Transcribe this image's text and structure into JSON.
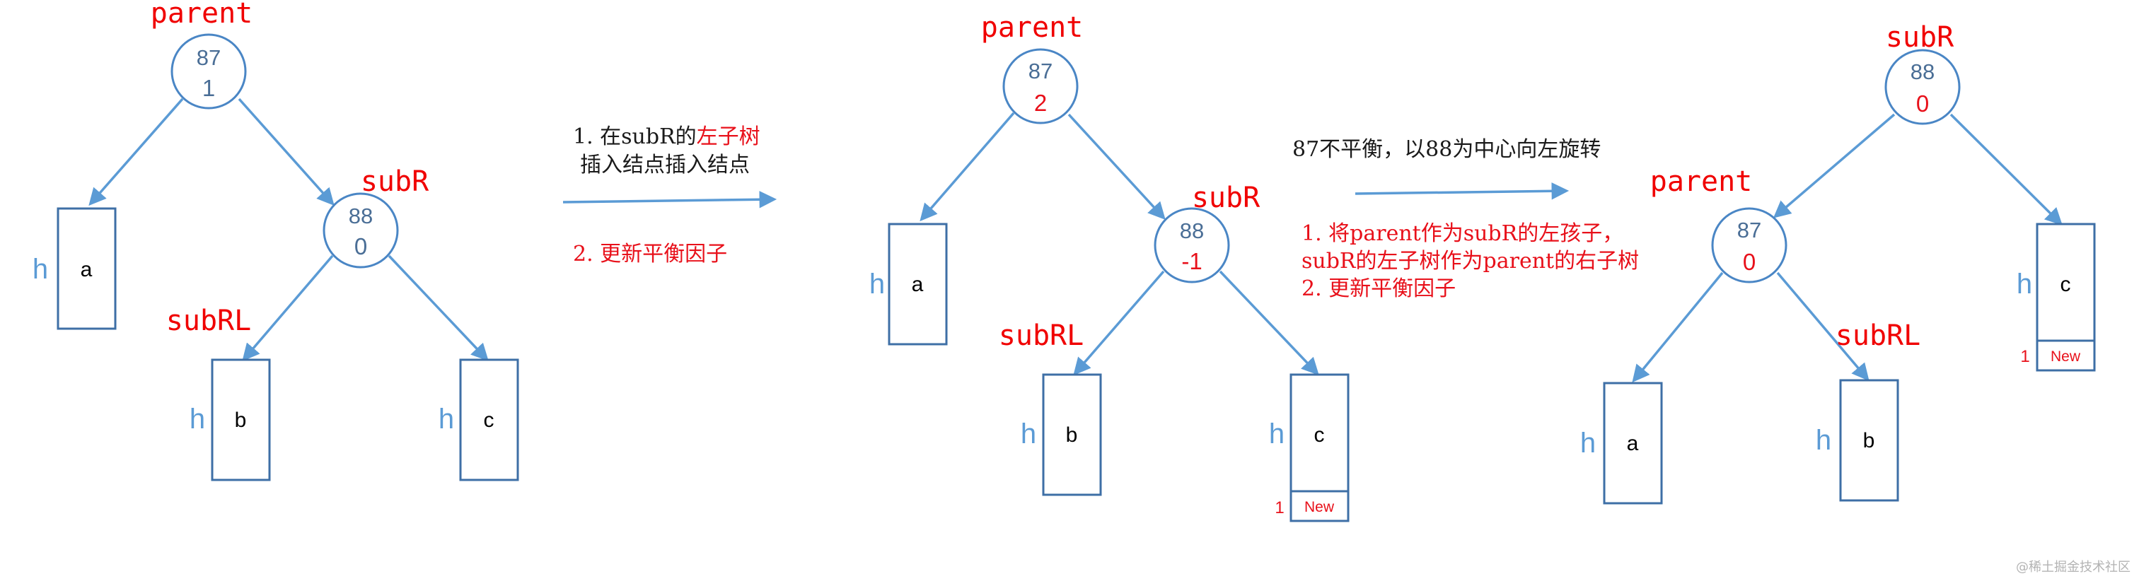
{
  "colors": {
    "edge": "#5b9bd5",
    "node_border": "#4a86c5",
    "role_label": "#f00000",
    "highlight": "#e8101a",
    "h_label": "#5b9bd5"
  },
  "stages": [
    {
      "parent": {
        "role": "parent",
        "key": "87",
        "bf": "1"
      },
      "subR": {
        "role": "subR",
        "key": "88",
        "bf": "0"
      },
      "subRL_label": "subRL",
      "subtrees": [
        {
          "h": "h",
          "name": "a"
        },
        {
          "h": "h",
          "name": "b"
        },
        {
          "h": "h",
          "name": "c"
        }
      ]
    },
    {
      "parent": {
        "role": "parent",
        "key": "87",
        "bf": "2"
      },
      "subR": {
        "role": "subR",
        "key": "88",
        "bf": "-1"
      },
      "subRL_label": "subRL",
      "subtrees": [
        {
          "h": "h",
          "name": "a"
        },
        {
          "h": "h",
          "name": "b"
        },
        {
          "h": "h",
          "name": "c"
        }
      ],
      "new_node": {
        "count": "1",
        "label": "New"
      }
    },
    {
      "subR": {
        "role": "subR",
        "key": "88",
        "bf": "0"
      },
      "parent": {
        "role": "parent",
        "key": "87",
        "bf": "0"
      },
      "subRL_label": "subRL",
      "subtrees": [
        {
          "h": "h",
          "name": "c"
        },
        {
          "h": "h",
          "name": "a"
        },
        {
          "h": "h",
          "name": "b"
        }
      ],
      "new_node": {
        "count": "1",
        "label": "New"
      }
    }
  ],
  "step1": {
    "line1_prefix": "1. 在subR的",
    "line1_highlight": "左子树",
    "line2": "插入结点插入结点",
    "line3": "2. 更新平衡因子"
  },
  "step2": {
    "title": "87不平衡，以88为中心向左旋转",
    "line1": "1. 将parent作为subR的左孩子，",
    "line2": "subR的左子树作为parent的右子树",
    "line3": "2. 更新平衡因子"
  },
  "watermark": "@稀土掘金技术社区"
}
